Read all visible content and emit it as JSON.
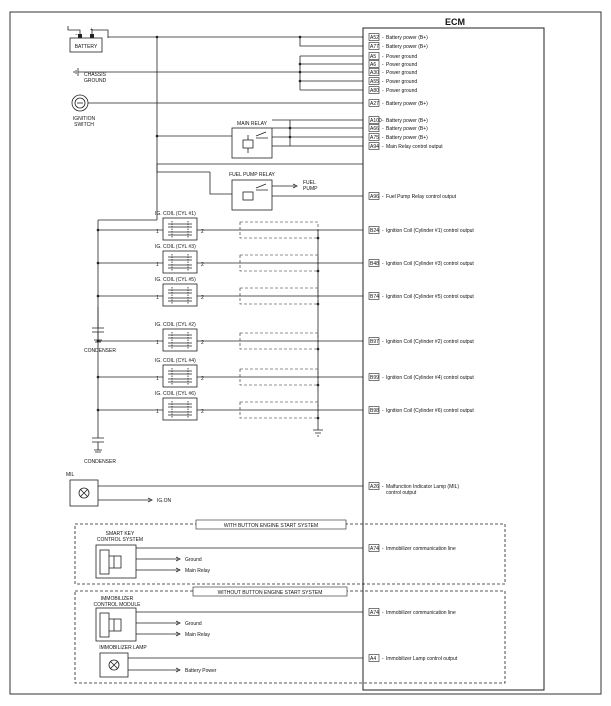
{
  "ecm": {
    "title": "ECM",
    "pins": [
      {
        "pin": "A52",
        "label": "Battery power (B+)"
      },
      {
        "pin": "A77",
        "label": "Battery power (B+)"
      },
      {
        "pin": "A5",
        "label": "Power ground"
      },
      {
        "pin": "A6",
        "label": "Power ground"
      },
      {
        "pin": "A30",
        "label": "Power ground"
      },
      {
        "pin": "A55",
        "label": "Power ground"
      },
      {
        "pin": "A80",
        "label": "Power ground"
      },
      {
        "pin": "A27",
        "label": "Battery power (B+)"
      },
      {
        "pin": "A100",
        "label": "Battery power (B+)"
      },
      {
        "pin": "A66",
        "label": "Battery power (B+)"
      },
      {
        "pin": "A75",
        "label": "Battery power (B+)"
      },
      {
        "pin": "A94",
        "label": "Main Relay control output"
      },
      {
        "pin": "A96",
        "label": "Fuel Pump Relay control output"
      },
      {
        "pin": "B24",
        "label": "Ignition Coil (Cylinder #1) control output"
      },
      {
        "pin": "B48",
        "label": "Ignition Coil (Cylinder #3) control output"
      },
      {
        "pin": "B74",
        "label": "Ignition Coil (Cylinder #5) control output"
      },
      {
        "pin": "B97",
        "label": "Ignition Coil (Cylinder #2) control output"
      },
      {
        "pin": "B99",
        "label": "Ignition Coil (Cylinder #4) control output"
      },
      {
        "pin": "B98",
        "label": "Ignition Coil (Cylinder #6) control output"
      },
      {
        "pin": "A26",
        "label": "Malfunction Indicator Lamp (MIL)",
        "label2": "control output"
      },
      {
        "pin": "A74",
        "label": "Immobilizer communication line"
      },
      {
        "pin": "A74",
        "label": "Immobilizer communication line"
      },
      {
        "pin": "A4",
        "label": "Immobilizer Lamp control output"
      }
    ]
  },
  "components": {
    "battery": "BATTERY",
    "chassis_ground_1": "CHASSIS",
    "chassis_ground_2": "GROUND",
    "ignition_switch_1": "IGNITION",
    "ignition_switch_2": "SWITCH",
    "main_relay": "MAIN RELAY",
    "fuel_pump_relay": "FUEL PUMP RELAY",
    "fuel_pump_1": "FUEL",
    "fuel_pump_2": "PUMP",
    "condenser": "CONDENSER",
    "mil": "MIL",
    "ig_on": "IG.ON"
  },
  "coils": [
    {
      "label": "IG. COIL (CYL #1)"
    },
    {
      "label": "IG. COIL (CYL #3)"
    },
    {
      "label": "IG. COIL (CYL #5)"
    },
    {
      "label": "IG. COIL (CYL #2)"
    },
    {
      "label": "IG. COIL (CYL #4)"
    },
    {
      "label": "IG. COIL (CYL #6)"
    }
  ],
  "coil_pins": {
    "p1": "1",
    "p2": "2"
  },
  "with_button": {
    "title": "WITH BUTTON ENGINE START SYSTEM",
    "module_1": "SMART KEY",
    "module_2": "CONTROL SYSTEM",
    "ground": "Ground",
    "main_relay": "Main Relay"
  },
  "without_button": {
    "title": "WITHOUT BUTTON ENGINE START SYSTEM",
    "module_1": "IMMOBILIZER",
    "module_2": "CONTROL MODULE",
    "ground": "Ground",
    "main_relay": "Main Relay",
    "lamp": "IMMOBILIZER LAMP",
    "battery_power": "Battery Power"
  }
}
